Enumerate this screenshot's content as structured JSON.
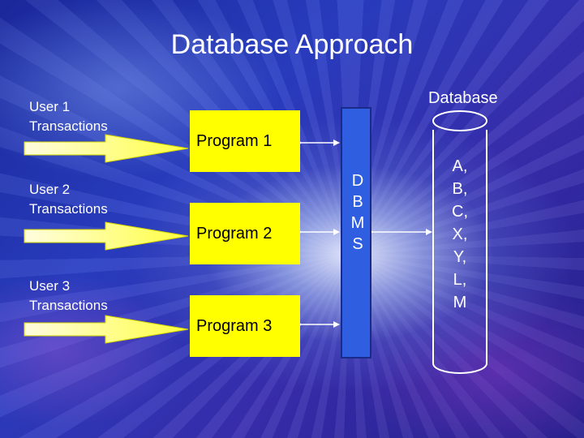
{
  "title": "Database Approach",
  "users": [
    {
      "label_line1": "User 1",
      "label_line2": "Transactions"
    },
    {
      "label_line1": "User 2",
      "label_line2": "Transactions"
    },
    {
      "label_line1": "User 3",
      "label_line2": "Transactions"
    }
  ],
  "programs": [
    "Program 1",
    "Program 2",
    "Program 3"
  ],
  "dbms": {
    "letters": [
      "D",
      "B",
      "M",
      "S"
    ]
  },
  "database": {
    "label": "Database",
    "contents": [
      "A,",
      "B,",
      "C,",
      "X,",
      "Y,",
      "L,",
      "M"
    ]
  },
  "colors": {
    "program_box": "#ffff00",
    "dbms_box": "#2f5fe0",
    "text": "#ffffff"
  }
}
